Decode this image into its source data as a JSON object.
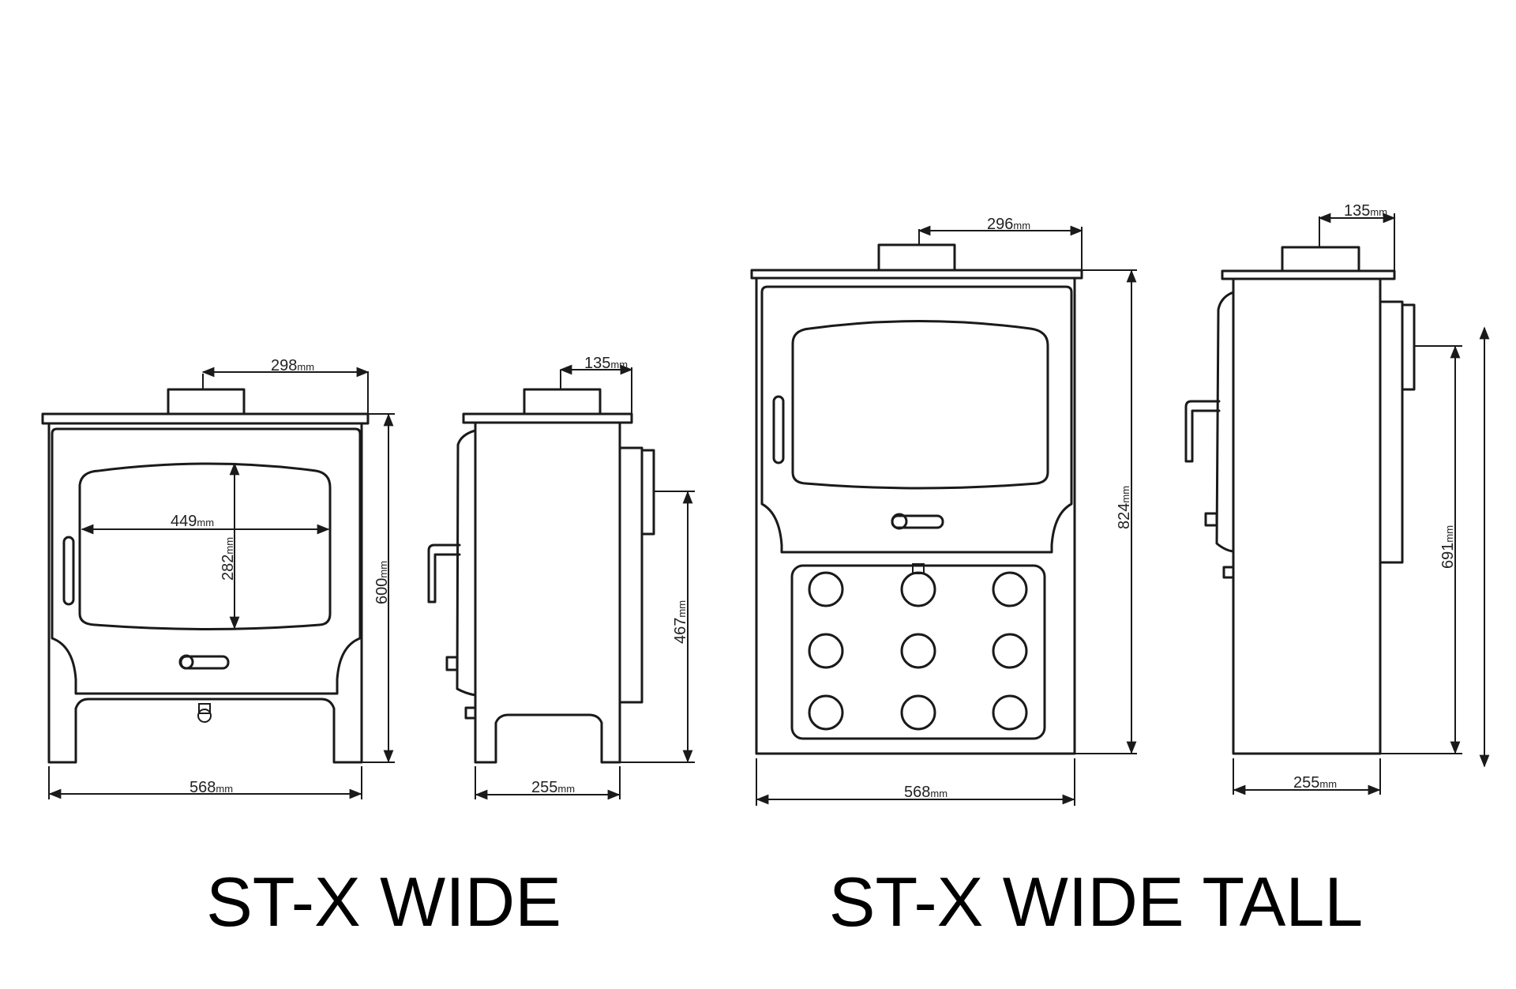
{
  "products": [
    {
      "name": "ST-X WIDE",
      "front": {
        "flue_width": "298",
        "glass_width": "449",
        "glass_height": "282",
        "height": "600",
        "width": "568"
      },
      "side": {
        "flue_offset": "135",
        "flue_height": "467",
        "depth": "255"
      }
    },
    {
      "name": "ST-X WIDE TALL",
      "front": {
        "flue_width": "296",
        "height": "824",
        "width": "568"
      },
      "side": {
        "flue_offset": "135",
        "flue_height": "691",
        "depth": "255"
      }
    }
  ],
  "unit": "mm"
}
